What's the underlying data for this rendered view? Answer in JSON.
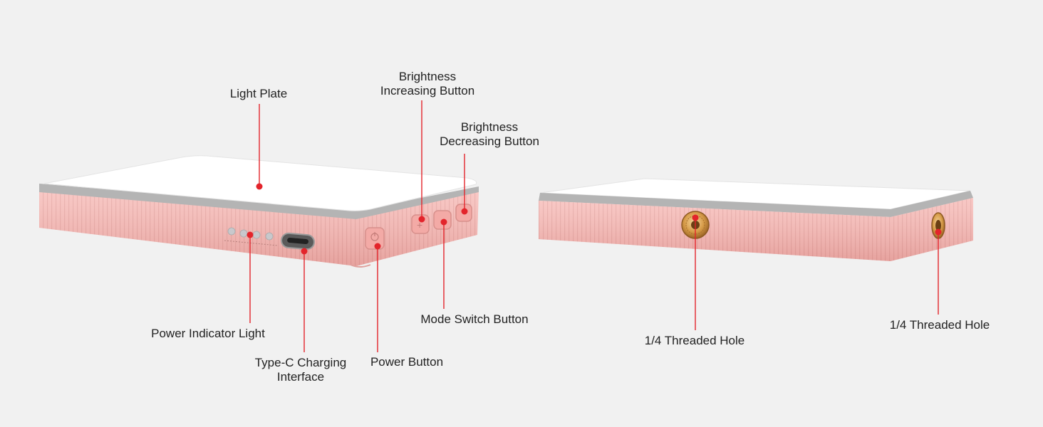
{
  "labels": {
    "light_plate": "Light Plate",
    "brightness_inc_1": "Brightness",
    "brightness_inc_2": "Increasing Button",
    "brightness_dec_1": "Brightness",
    "brightness_dec_2": "Decreasing Button",
    "power_indicator": "Power Indicator Light",
    "type_c_1": "Type-C Charging",
    "type_c_2": "Interface",
    "power_button": "Power Button",
    "mode_switch": "Mode Switch Button",
    "threaded_hole_bottom": "1/4 Threaded Hole",
    "threaded_hole_side": "1/4 Threaded Hole"
  },
  "colors": {
    "background": "#f1f1f1",
    "body_pink": "#f5b4b0",
    "body_pink_dark": "#e89c98",
    "rim_gray": "#b4b4b4",
    "plate_white": "#ffffff",
    "callout_red": "#e3242b",
    "brass": "#d9a24e"
  }
}
